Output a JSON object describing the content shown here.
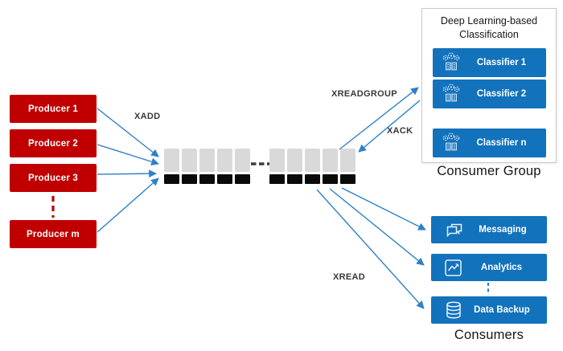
{
  "diagram": {
    "producers": {
      "items": [
        {
          "label": "Producer 1"
        },
        {
          "label": "Producer 2"
        },
        {
          "label": "Producer 3"
        },
        {
          "label": "Producer m"
        }
      ]
    },
    "stream": {
      "clusters": 2,
      "blocks_per_cluster": 5,
      "gray_block_color": "#D9D9D9",
      "black_block_color": "#0A0A0A"
    },
    "arrow_labels": {
      "xadd": "XADD",
      "xreadgroup": "XREADGROUP",
      "xack": "XACK",
      "xread": "XREAD"
    },
    "consumer_group": {
      "title": "Deep Learning-based Classification",
      "items": [
        {
          "label": "Classifier 1",
          "icon": "machine-learning-icon"
        },
        {
          "label": "Classifier 2",
          "icon": "machine-learning-icon"
        },
        {
          "label": "Classifier n",
          "icon": "machine-learning-icon"
        }
      ],
      "caption": "Consumer Group"
    },
    "consumers": {
      "items": [
        {
          "label": "Messaging",
          "icon": "messaging-icon"
        },
        {
          "label": "Analytics",
          "icon": "analytics-icon"
        },
        {
          "label": "Data Backup",
          "icon": "database-icon"
        }
      ],
      "caption": "Consumers"
    },
    "colors": {
      "producer_red": "#C00000",
      "consumer_blue": "#1272BC",
      "arrow_blue": "#2E80C8",
      "block_gray": "#D9D9D9",
      "block_black": "#0A0A0A"
    }
  }
}
